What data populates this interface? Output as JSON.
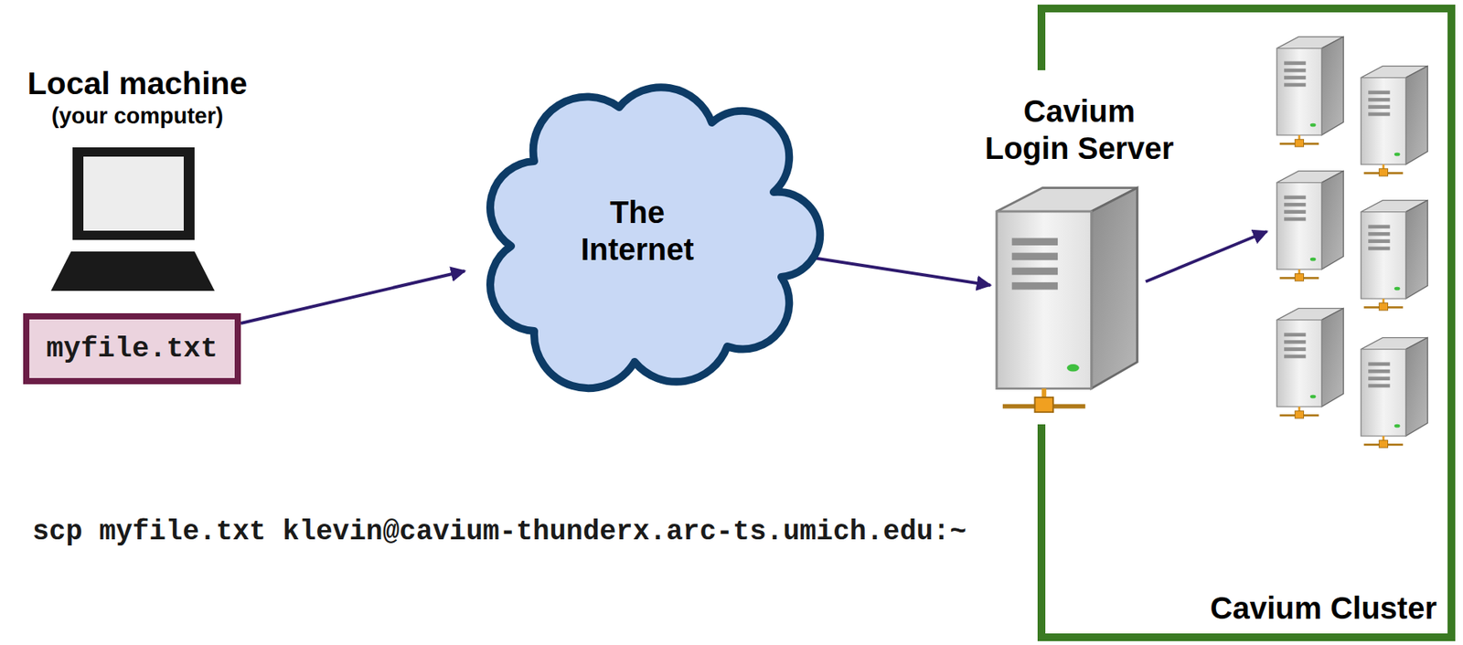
{
  "diagram": {
    "nodes": [
      {
        "text": [
          "Local machine",
          "(your computer)"
        ]
      },
      {
        "text": [
          "myfile.txt"
        ]
      },
      {
        "text": [
          "The Internet"
        ]
      },
      {
        "text": [
          "Cavium Cluster"
        ]
      },
      {
        "text": [
          "Cavium Login Server"
        ],
        "in": 3
      }
    ],
    "edges": [
      {
        "from": 1,
        "to": 2,
        "arrow": "to"
      },
      {
        "from": 2,
        "to": 4,
        "arrow": "to"
      }
    ],
    "labels": [
      "scp myfile.txt klevin@cavium-thunderx.arc-ts.umich.edu:~"
    ]
  }
}
